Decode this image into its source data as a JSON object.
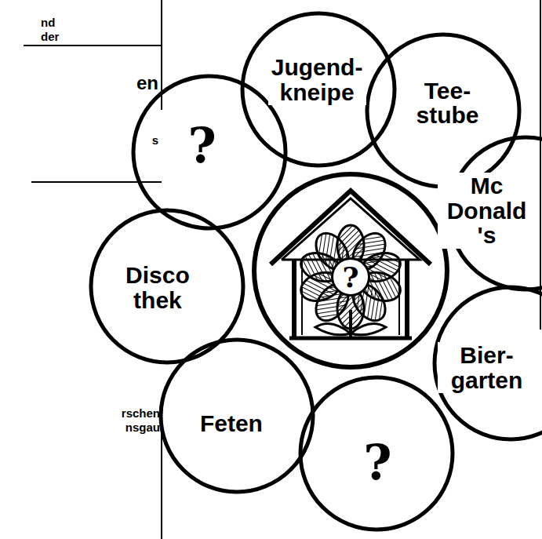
{
  "diagram": {
    "nodes": [
      {
        "text": [
          "?"
        ]
      },
      {
        "text": [
          "Jugend- kneipe"
        ]
      },
      {
        "text": [
          "Tee- stube"
        ]
      },
      {
        "text": [
          "Mc Donald 's"
        ]
      },
      {
        "text": [
          "Bier- garten"
        ]
      },
      {
        "text": [
          "?"
        ]
      },
      {
        "text": [
          "Feten"
        ]
      },
      {
        "text": [
          "Disco thek"
        ]
      },
      {
        "text": [
          "?"
        ]
      }
    ],
    "labels": [
      "nd",
      "der",
      "en",
      "s",
      "rschen",
      "nsgau"
    ]
  }
}
